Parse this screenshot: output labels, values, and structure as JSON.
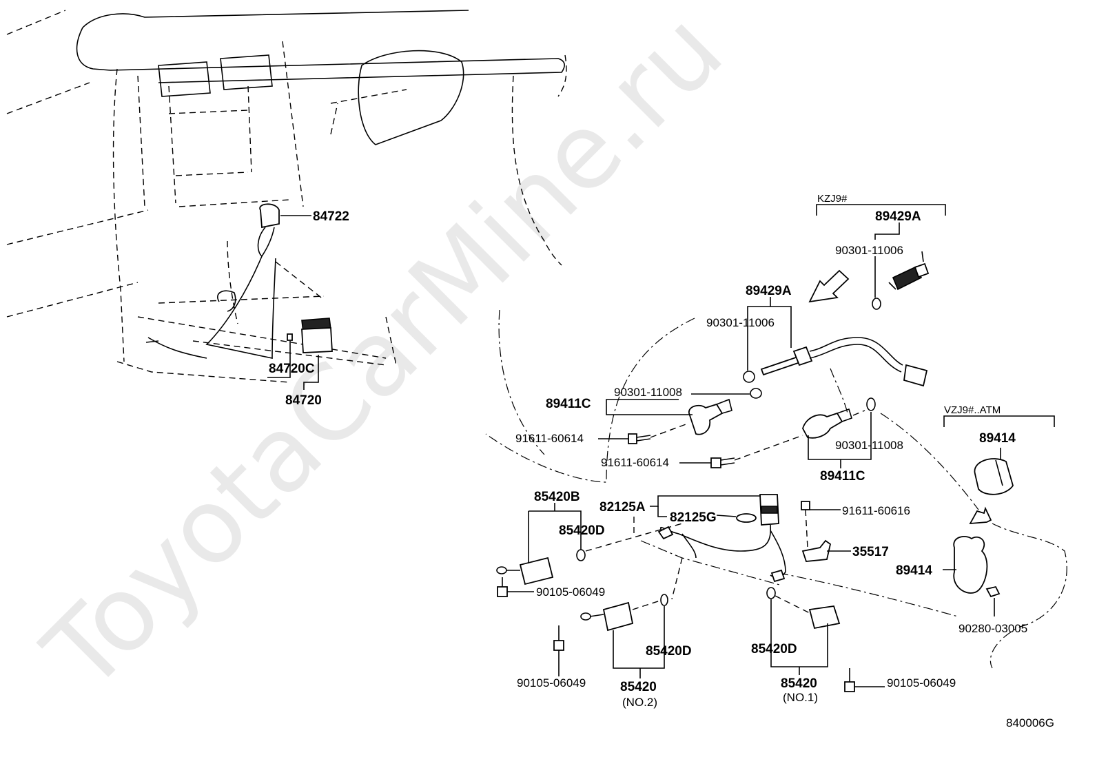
{
  "watermark": "ToyotaCarMine.ru",
  "diagram_code": "840006G",
  "groups": {
    "kzj": "KZJ9#",
    "vzj": "VZJ9#..ATM"
  },
  "parts": {
    "p84722": "84722",
    "p84720C": "84720C",
    "p84720": "84720",
    "p89429A_top": "89429A",
    "p90301_11006_top": "90301-11006",
    "p89429A": "89429A",
    "p90301_11006": "90301-11006",
    "p90301_11008_a": "90301-11008",
    "p89411C_a": "89411C",
    "p91611_60614_a": "91611-60614",
    "p91611_60614_b": "91611-60614",
    "p90301_11008_b": "90301-11008",
    "p89411C_b": "89411C",
    "p89414_a": "89414",
    "p85420B": "85420B",
    "p82125A": "82125A",
    "p82125G": "82125G",
    "p85420D_a": "85420D",
    "p91611_60616": "91611-60616",
    "p35517": "35517",
    "p89414_b": "89414",
    "p90105_06049_a": "90105-06049",
    "p85420D_b": "85420D",
    "p85420D_c": "85420D",
    "p90280_03005": "90280-03005",
    "p90105_06049_b": "90105-06049",
    "p85420_no2": "85420",
    "p85420_no2_note": "(NO.2)",
    "p85420_no1": "85420",
    "p85420_no1_note": "(NO.1)",
    "p90105_06049_c": "90105-06049"
  }
}
